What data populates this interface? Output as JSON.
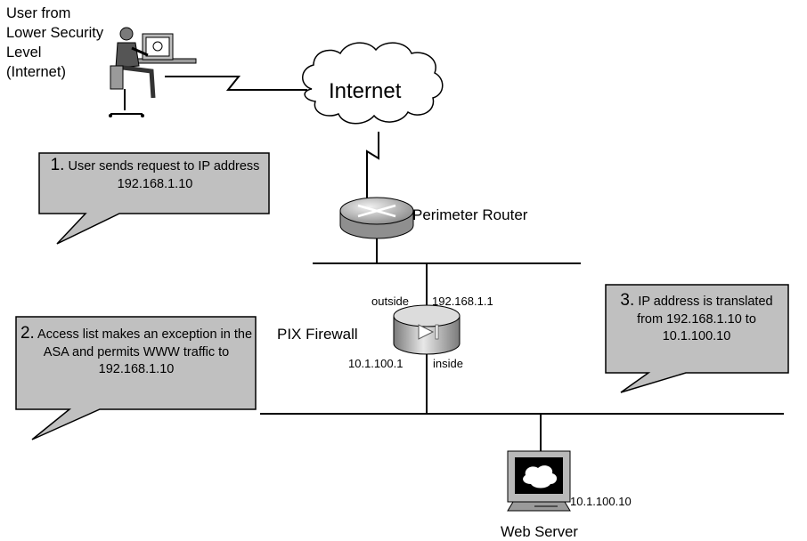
{
  "user": {
    "label": "User from Lower Security Level (Internet)"
  },
  "cloud": {
    "label": "Internet"
  },
  "router": {
    "label": "Perimeter Router"
  },
  "firewall": {
    "label": "PIX Firewall",
    "outside_label": "outside",
    "outside_ip": "192.168.1.1",
    "inside_ip": "10.1.100.1",
    "inside_label": "inside"
  },
  "web_server": {
    "label": "Web Server",
    "ip": "10.1.100.10"
  },
  "callouts": [
    {
      "num": "1.",
      "text": "User sends request to IP address 192.168.1.10"
    },
    {
      "num": "2.",
      "text": "Access list makes an exception in the ASA and permits WWW traffic to 192.168.1.10"
    },
    {
      "num": "3.",
      "text": "IP address is translated from 192.168.1.10 to 10.1.100.10"
    }
  ],
  "colors": {
    "callout_fill": "#c0c0c0",
    "line": "#000000",
    "device_fill": "#b9b9b9",
    "screen": "#000000"
  }
}
